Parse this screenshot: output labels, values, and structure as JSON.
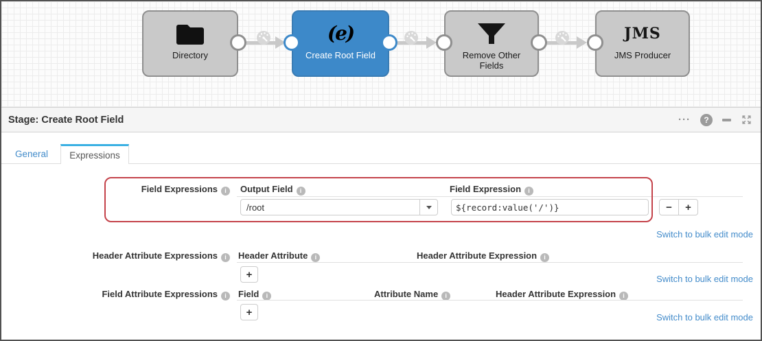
{
  "canvas": {
    "stages": [
      {
        "label": "Directory"
      },
      {
        "label": "Create Root Field",
        "logo": "(e)",
        "selected": true
      },
      {
        "label": "Remove Other Fields"
      },
      {
        "label": "JMS Producer",
        "logo": "JMS"
      }
    ]
  },
  "panel": {
    "title": "Stage: Create Root Field"
  },
  "tabs": {
    "general": "General",
    "expressions": "Expressions"
  },
  "expressions_form": {
    "field_expressions": {
      "label": "Field Expressions",
      "output_field_header": "Output Field",
      "field_expression_header": "Field Expression",
      "output_field_value": "/root",
      "field_expression_value": "${record:value('/')}",
      "remove_button": "−",
      "add_button": "+",
      "bulk_edit_link": "Switch to bulk edit mode"
    },
    "header_attribute_expressions": {
      "label": "Header Attribute Expressions",
      "header_attribute_header": "Header Attribute",
      "header_attribute_expression_header": "Header Attribute Expression",
      "add_button": "+",
      "bulk_edit_link": "Switch to bulk edit mode"
    },
    "field_attribute_expressions": {
      "label": "Field Attribute Expressions",
      "field_header": "Field",
      "attribute_name_header": "Attribute Name",
      "header_attribute_expression_header": "Header Attribute Expression",
      "add_button": "+",
      "bulk_edit_link": "Switch to bulk edit mode"
    }
  },
  "icons": {
    "info": "i",
    "help": "?",
    "more": "···"
  },
  "colors": {
    "selected_stage_blue": "#3d89c9",
    "stage_gray": "#c9c9c9",
    "tab_active_top": "#3ab0e3",
    "link_blue": "#428bca",
    "annotation_red": "#c4424a",
    "panel_header_bg": "#f5f5f5"
  }
}
